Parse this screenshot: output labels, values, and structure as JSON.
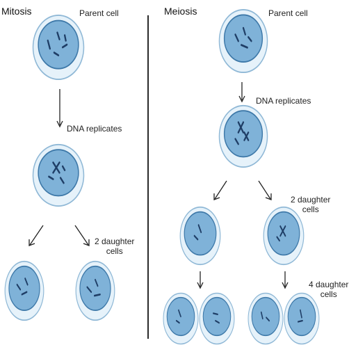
{
  "mitosis": {
    "title": "Mitosis",
    "parent_label": "Parent cell",
    "replicate_label": "DNA replicates",
    "daughter_label_line1": "2 daughter",
    "daughter_label_line2": "cells"
  },
  "meiosis": {
    "title": "Meiosis",
    "parent_label": "Parent cell",
    "replicate_label": "DNA replicates",
    "daughter2_label_line1": "2 daughter",
    "daughter2_label_line2": "cells",
    "daughter4_label_line1": "4 daughter",
    "daughter4_label_line2": "cells"
  },
  "colors": {
    "outer_fill": "#e6f2fa",
    "outer_stroke": "#8fb8d6",
    "nucleus_fill": "#7fb2d8",
    "nucleus_stroke": "#3d78a8",
    "chromosome": "#1f3e66",
    "arrow": "#222222"
  }
}
